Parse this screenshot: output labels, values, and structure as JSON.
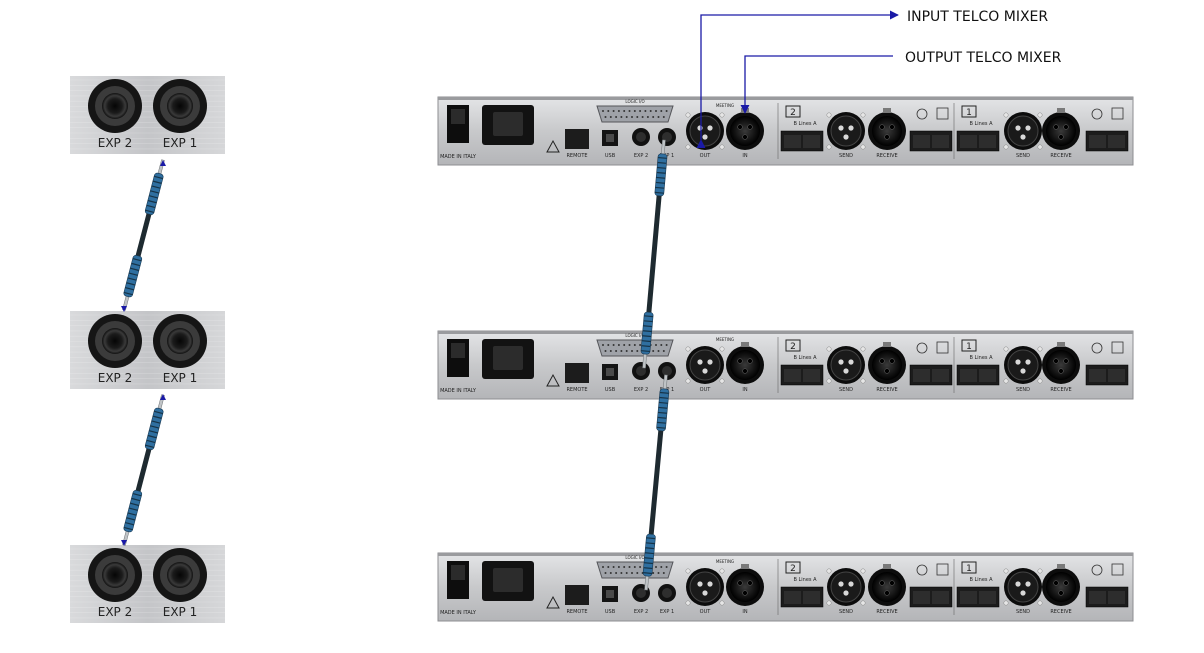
{
  "annotations": {
    "input_label": "INPUT TELCO MIXER",
    "output_label": "OUTPUT TELCO MIXER",
    "arrow_color": "#1a1aa6"
  },
  "closeups": [
    {
      "left_jack": "EXP 2",
      "right_jack": "EXP 1"
    },
    {
      "left_jack": "EXP 2",
      "right_jack": "EXP 1"
    },
    {
      "left_jack": "EXP 2",
      "right_jack": "EXP 1"
    }
  ],
  "panel_labels": {
    "made_in": "MADE IN ITALY",
    "remote": "REMOTE",
    "usb": "USB",
    "exp2": "EXP 2",
    "exp1": "EXP 1",
    "out": "OUT",
    "in": "IN",
    "send": "SEND",
    "receive": "RECEIVE",
    "line2_num": "2",
    "line1_num": "1",
    "lines_text": "B  Lines  A",
    "logic_io": "LOGIC I/O",
    "meeting": "MEETING"
  },
  "colors": {
    "panel": "#c9cacc",
    "panel_dark": "#2a2a2a",
    "cable_blue": "#2f6fa0",
    "cable_dark": "#1e2a30"
  }
}
